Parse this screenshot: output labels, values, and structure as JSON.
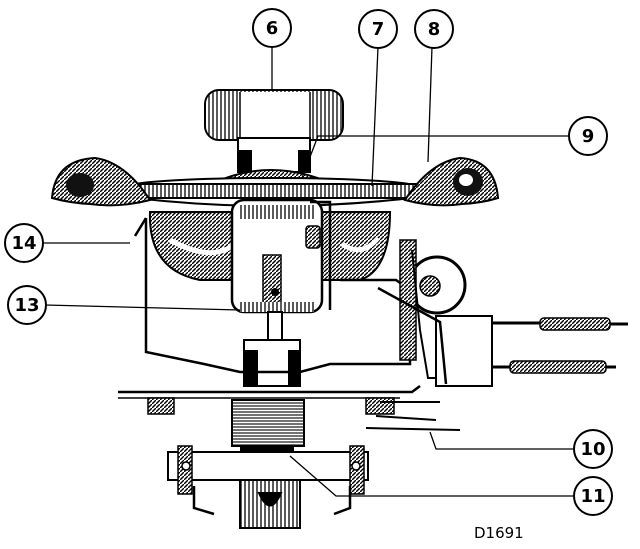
{
  "diagram": {
    "reference": "D1691",
    "callouts": [
      {
        "id": "c6",
        "label": "6"
      },
      {
        "id": "c7",
        "label": "7"
      },
      {
        "id": "c8",
        "label": "8"
      },
      {
        "id": "c9",
        "label": "9"
      },
      {
        "id": "c10",
        "label": "10"
      },
      {
        "id": "c11",
        "label": "11"
      },
      {
        "id": "c13",
        "label": "13"
      },
      {
        "id": "c14",
        "label": "14"
      }
    ]
  }
}
